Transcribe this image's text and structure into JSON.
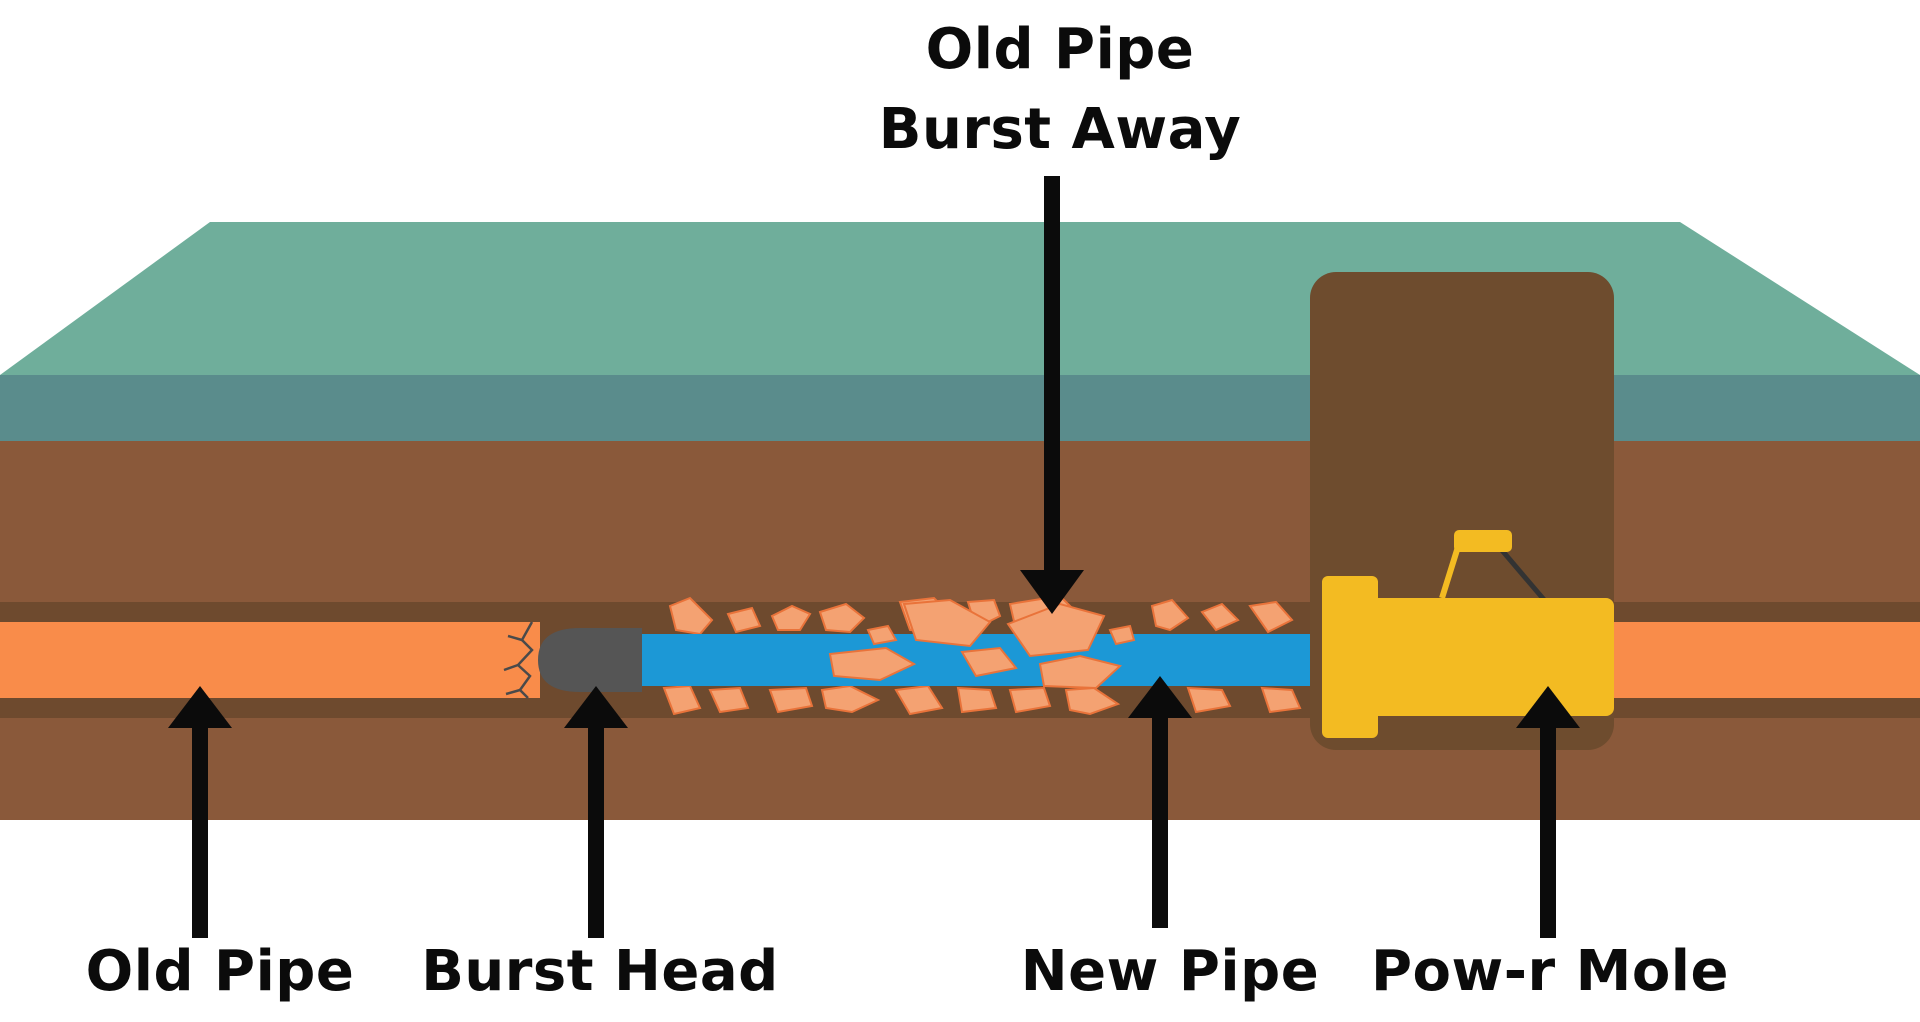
{
  "labels": {
    "top_line1": "Old Pipe",
    "top_line2": "Burst Away",
    "old_pipe": "Old Pipe",
    "burst_head": "Burst Head",
    "new_pipe": "New Pipe",
    "pow_r_mole": "Pow-r Mole"
  },
  "colors": {
    "grass_top": "#6FAE9B",
    "grass_side": "#5A8C8C",
    "soil": "#8A593A",
    "soil_dark_band": "#6E4A2E",
    "pit": "#6E4C2E",
    "pit_shadow": "#6A472C",
    "old_pipe": "#F98C4A",
    "fragments": "#F4A272",
    "fragments_edge": "#E9733A",
    "new_pipe": "#1C98D6",
    "burst_head": "#555555",
    "mole": "#F3BB22",
    "arrow": "#0B0B0B"
  },
  "icons": {
    "arrows": "arrow-icon",
    "mole": "pneumatic-mole-icon",
    "burst_head": "burst-head-icon"
  }
}
